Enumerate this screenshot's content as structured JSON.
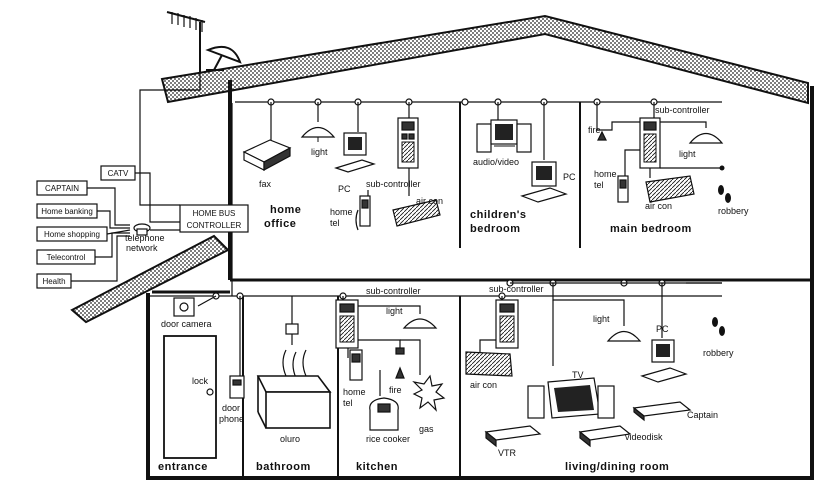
{
  "external_services": [
    "CATV",
    "CAPTAIN",
    "Home banking",
    "Home shopping",
    "Telecontrol",
    "Health"
  ],
  "controller": {
    "line1": "HOME BUS",
    "line2": "CONTROLLER"
  },
  "network": {
    "line1": "telephone",
    "line2": "network"
  },
  "rooms": {
    "home_office": {
      "line1": "home",
      "line2": "office"
    },
    "childrens_bedroom": {
      "line1": "children's",
      "line2": "bedroom"
    },
    "main_bedroom": "main bedroom",
    "entrance": "entrance",
    "bathroom": "bathroom",
    "kitchen": "kitchen",
    "living_dining": "living/dining room"
  },
  "devices": {
    "fax": "fax",
    "light": "light",
    "pc": "PC",
    "sub_controller": "sub-controller",
    "home_tel": {
      "line1": "home",
      "line2": "tel"
    },
    "air_con": "air con",
    "audio_video": "audio/video",
    "fire": "fire",
    "robbery": "robbery",
    "door_camera": "door camera",
    "lock": "lock",
    "door_phone": {
      "line1": "door",
      "line2": "phone"
    },
    "furo": "oluro",
    "rice_cooker": "rice cooker",
    "gas": "gas",
    "tv": "TV",
    "vtr": "VTR",
    "videodisk": "videodisk",
    "captain": "Captain"
  }
}
